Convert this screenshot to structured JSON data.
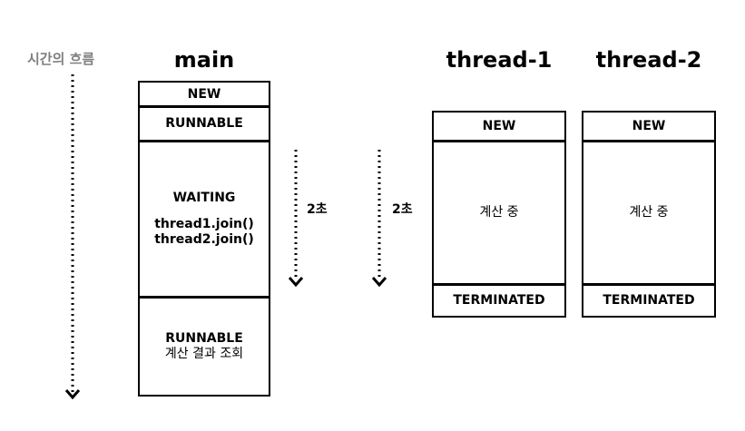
{
  "time_axis_label": "시간의 흐름",
  "duration_label_main": "2초",
  "duration_label_threads": "2초",
  "columns": {
    "main": {
      "title": "main",
      "states": {
        "new": "NEW",
        "runnable": "RUNNABLE",
        "waiting": "WAITING",
        "join1": "thread1.join()",
        "join2": "thread2.join()",
        "runnable2": "RUNNABLE",
        "result": "계산 결과 조회"
      }
    },
    "thread1": {
      "title": "thread-1",
      "states": {
        "new": "NEW",
        "computing": "계산 중",
        "terminated": "TERMINATED"
      }
    },
    "thread2": {
      "title": "thread-2",
      "states": {
        "new": "NEW",
        "computing": "계산 중",
        "terminated": "TERMINATED"
      }
    }
  }
}
